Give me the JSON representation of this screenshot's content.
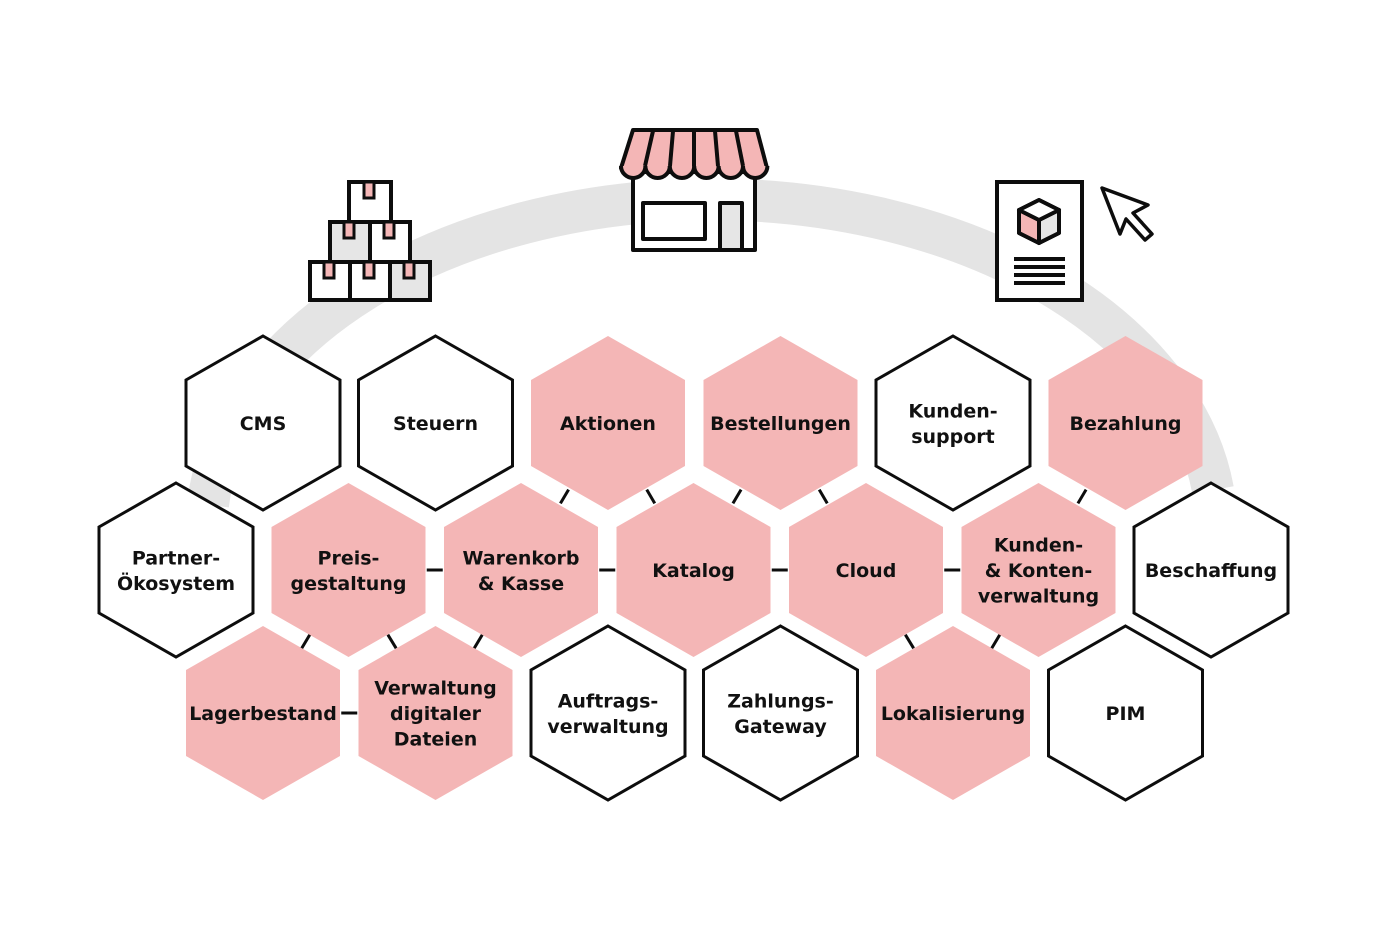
{
  "colors": {
    "accent_fill": "#f4b6b6",
    "outline": "#0d0d0d",
    "arc": "#e4e4e4",
    "background": "#ffffff"
  },
  "icons": [
    {
      "name": "stacked-boxes-icon",
      "meaning": "inventory / warehouse"
    },
    {
      "name": "storefront-icon",
      "meaning": "shop"
    },
    {
      "name": "product-page-with-cursor-icon",
      "meaning": "online product page"
    }
  ],
  "hexagons": [
    {
      "id": "cms",
      "row": 1,
      "col": 0,
      "style": "outline",
      "lines": [
        "CMS"
      ]
    },
    {
      "id": "steuern",
      "row": 1,
      "col": 1,
      "style": "outline",
      "lines": [
        "Steuern"
      ]
    },
    {
      "id": "aktionen",
      "row": 1,
      "col": 2,
      "style": "filled",
      "lines": [
        "Aktionen"
      ]
    },
    {
      "id": "bestellungen",
      "row": 1,
      "col": 3,
      "style": "filled",
      "lines": [
        "Bestellungen"
      ]
    },
    {
      "id": "kundensupport",
      "row": 1,
      "col": 4,
      "style": "outline",
      "lines": [
        "Kunden-",
        "support"
      ]
    },
    {
      "id": "bezahlung",
      "row": 1,
      "col": 5,
      "style": "filled",
      "lines": [
        "Bezahlung"
      ]
    },
    {
      "id": "partner-oekosystem",
      "row": 2,
      "col": 0,
      "style": "outline",
      "lines": [
        "Partner-",
        "Ökosystem"
      ]
    },
    {
      "id": "preisgestaltung",
      "row": 2,
      "col": 1,
      "style": "filled",
      "lines": [
        "Preis-",
        "gestaltung"
      ]
    },
    {
      "id": "warenkorb-kasse",
      "row": 2,
      "col": 2,
      "style": "filled",
      "lines": [
        "Warenkorb",
        "& Kasse"
      ]
    },
    {
      "id": "katalog",
      "row": 2,
      "col": 3,
      "style": "filled",
      "lines": [
        "Katalog"
      ]
    },
    {
      "id": "cloud",
      "row": 2,
      "col": 4,
      "style": "filled",
      "lines": [
        "Cloud"
      ]
    },
    {
      "id": "kunden-kontenverwaltung",
      "row": 2,
      "col": 5,
      "style": "filled",
      "lines": [
        "Kunden-",
        "& Konten-",
        "verwaltung"
      ]
    },
    {
      "id": "beschaffung",
      "row": 2,
      "col": 6,
      "style": "outline",
      "lines": [
        "Beschaffung"
      ]
    },
    {
      "id": "lagerbestand",
      "row": 3,
      "col": 0,
      "style": "filled",
      "lines": [
        "Lagerbestand"
      ]
    },
    {
      "id": "verwaltung-digitaler-dateien",
      "row": 3,
      "col": 1,
      "style": "filled",
      "lines": [
        "Verwaltung",
        "digitaler",
        "Dateien"
      ]
    },
    {
      "id": "auftragsverwaltung",
      "row": 3,
      "col": 2,
      "style": "outline",
      "lines": [
        "Auftrags-",
        "verwaltung"
      ]
    },
    {
      "id": "zahlungs-gateway",
      "row": 3,
      "col": 3,
      "style": "outline",
      "lines": [
        "Zahlungs-",
        "Gateway"
      ]
    },
    {
      "id": "lokalisierung",
      "row": 3,
      "col": 4,
      "style": "filled",
      "lines": [
        "Lokalisierung"
      ]
    },
    {
      "id": "pim",
      "row": 3,
      "col": 5,
      "style": "outline",
      "lines": [
        "PIM"
      ]
    }
  ],
  "connections": [
    [
      "aktionen",
      "warenkorb-kasse"
    ],
    [
      "aktionen",
      "katalog"
    ],
    [
      "bestellungen",
      "katalog"
    ],
    [
      "bestellungen",
      "cloud"
    ],
    [
      "bezahlung",
      "kunden-kontenverwaltung"
    ],
    [
      "preisgestaltung",
      "warenkorb-kasse"
    ],
    [
      "warenkorb-kasse",
      "katalog"
    ],
    [
      "katalog",
      "cloud"
    ],
    [
      "cloud",
      "kunden-kontenverwaltung"
    ],
    [
      "preisgestaltung",
      "lagerbestand"
    ],
    [
      "preisgestaltung",
      "verwaltung-digitaler-dateien"
    ],
    [
      "warenkorb-kasse",
      "verwaltung-digitaler-dateien"
    ],
    [
      "lagerbestand",
      "verwaltung-digitaler-dateien"
    ],
    [
      "cloud",
      "lokalisierung"
    ],
    [
      "kunden-kontenverwaltung",
      "lokalisierung"
    ]
  ]
}
